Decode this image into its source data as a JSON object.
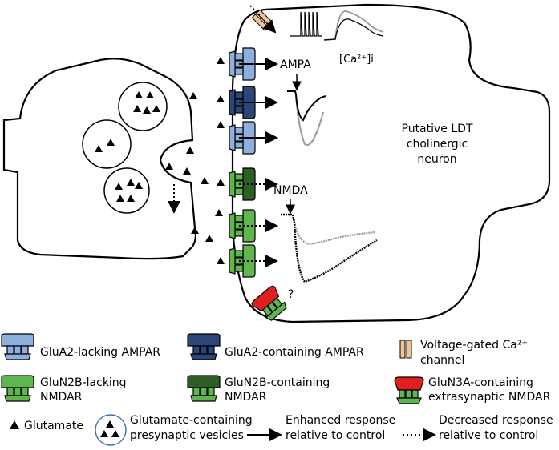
{
  "diagram": {
    "neuron_label": [
      "Putative LDT",
      "cholinergic",
      "neuron"
    ],
    "ampa_label": "AMPA",
    "nmda_label": "NMDA",
    "calcium_label": "[Ca²⁺]i",
    "question_mark": "?"
  },
  "legend": {
    "glua2_lacking": "GluA2-lacking AMPAR",
    "glua2_containing": "GluA2-containing AMPAR",
    "vgcc": [
      "Voltage-gated Ca²⁺",
      "channel"
    ],
    "glun2b_lacking": [
      "GluN2B-lacking",
      "NMDAR"
    ],
    "glun2b_containing": [
      "GluN2B-containing",
      "NMDAR"
    ],
    "glun3a": [
      "GluN3A-containing",
      "extrasynaptic NMDAR"
    ],
    "glutamate": "Glutamate",
    "vesicles": [
      "Glutamate-containing",
      "presynaptic vesicles"
    ],
    "enhanced": [
      "Enhanced response",
      "relative to control"
    ],
    "decreased": [
      "Decreased response",
      "relative to control"
    ]
  },
  "colors": {
    "ampa_light": "#8fb0de",
    "ampa_dark": "#2b4677",
    "nmda_light": "#5fb54e",
    "nmda_dark": "#2e5e25",
    "glun3a_red": "#e02020",
    "vgcc": "#f2c294",
    "trace_black": "#000000",
    "trace_gray": "#9a9a9a"
  }
}
